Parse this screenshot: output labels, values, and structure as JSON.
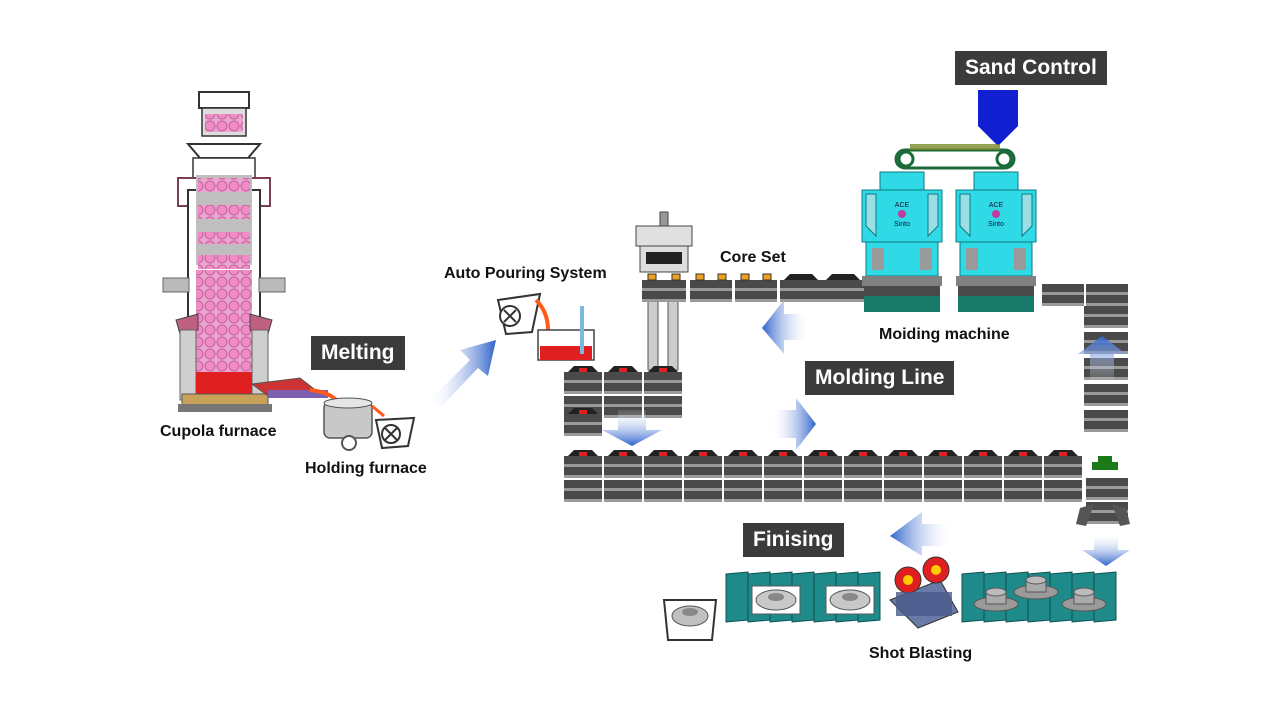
{
  "stages": {
    "sand_control": "Sand Control",
    "melting": "Melting",
    "molding_line": "Molding Line",
    "finishing": "Finising"
  },
  "captions": {
    "cupola_furnace": "Cupola furnace",
    "holding_furnace": "Holding furnace",
    "auto_pouring": "Auto Pouring System",
    "core_set": "Core Set",
    "molding_machine": "Moiding machine",
    "shot_blasting": "Shot Blasting"
  },
  "machine_badge": {
    "line1": "ACE",
    "line2": "Sinto"
  },
  "colors": {
    "label_bg": "#3b3b3b",
    "flask_dark": "#4a4a4a",
    "flask_light": "#9a9a9a",
    "molten_metal": "#e02020",
    "cyan_machine": "#2fd9e6",
    "teal_conveyor": "#1f8a8a",
    "arrow_blue": "#3c6fd0",
    "hopper_blue": "#1020d0",
    "charge_pink": "#f08cc8"
  },
  "icons": [
    "arrow-icon",
    "ladle-icon",
    "brake-disc-icon"
  ]
}
